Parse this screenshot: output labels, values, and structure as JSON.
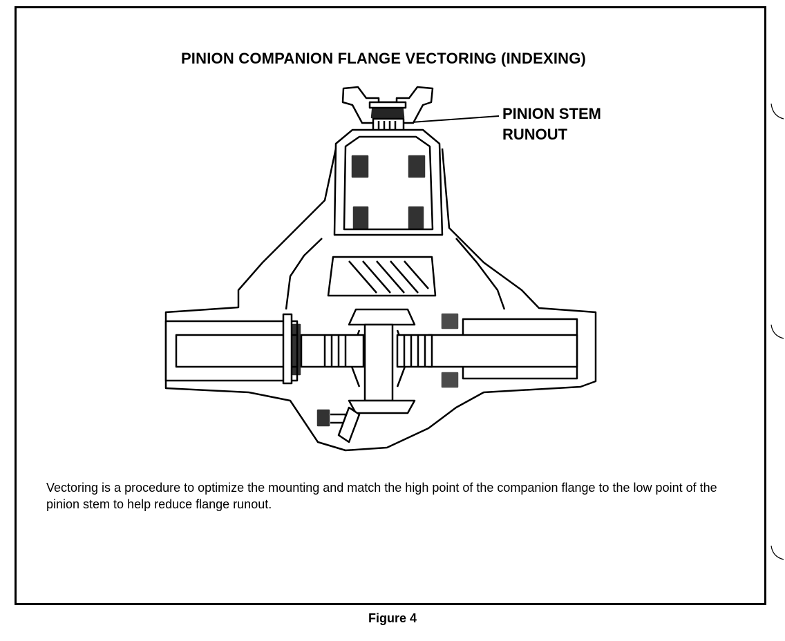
{
  "title": "PINION COMPANION FLANGE VECTORING (INDEXING)",
  "callout": {
    "line1": "PINION STEM",
    "line2": "RUNOUT"
  },
  "caption": "Vectoring is a procedure to optimize the mounting and match the high point of the companion flange to the low point of the pinion stem to help reduce flange runout.",
  "figure_label": "Figure 4"
}
